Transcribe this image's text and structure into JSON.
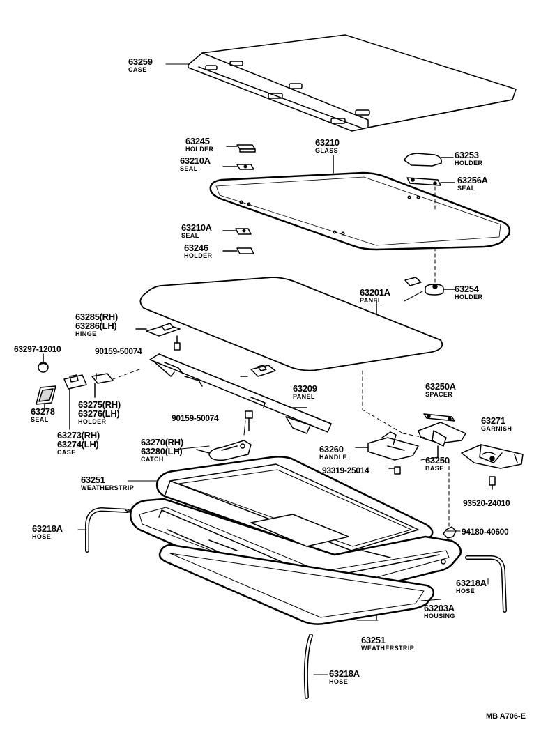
{
  "parts": {
    "case": {
      "num": "63259",
      "name": "CASE"
    },
    "holder_63245": {
      "num": "63245",
      "name": "HOLDER"
    },
    "seal_63210a_top": {
      "num": "63210A",
      "name": "SEAL"
    },
    "glass": {
      "num": "63210",
      "name": "GLASS"
    },
    "holder_63253": {
      "num": "63253",
      "name": "HOLDER"
    },
    "seal_63256a": {
      "num": "63256A",
      "name": "SEAL"
    },
    "seal_63210a_mid": {
      "num": "63210A",
      "name": "SEAL"
    },
    "holder_63246": {
      "num": "63246",
      "name": "HOLDER"
    },
    "panel_63201a": {
      "num": "63201A",
      "name": "PANEL"
    },
    "holder_63254": {
      "num": "63254",
      "name": "HOLDER"
    },
    "hinge": {
      "num_rh": "63285(RH)",
      "num_lh": "63286(LH)",
      "name": "HINGE"
    },
    "bolt_63297": {
      "num": "63297-12010"
    },
    "bolt_90159_top": {
      "num": "90159-50074"
    },
    "seal_63278": {
      "num": "63278",
      "name": "SEAL"
    },
    "holder_63275": {
      "num_rh": "63275(RH)",
      "num_lh": "63276(LH)",
      "name": "HOLDER"
    },
    "case_63273": {
      "num_rh": "63273(RH)",
      "num_lh": "63274(LH)",
      "name": "CASE"
    },
    "panel_63209": {
      "num": "63209",
      "name": "PANEL"
    },
    "bolt_90159_mid": {
      "num": "90159-50074"
    },
    "spacer": {
      "num": "63250A",
      "name": "SPACER"
    },
    "garnish": {
      "num": "63271",
      "name": "GARNISH"
    },
    "catch": {
      "num_rh": "63270(RH)",
      "num_lh": "63280(LH)",
      "name": "CATCH"
    },
    "handle": {
      "num": "63260",
      "name": "HANDLE"
    },
    "base": {
      "num": "63250",
      "name": "BASE"
    },
    "screw_93319": {
      "num": "93319-25014"
    },
    "weatherstrip_top": {
      "num": "63251",
      "name": "WEATHERSTRIP"
    },
    "screw_93520": {
      "num": "93520-24010"
    },
    "hose_left": {
      "num": "63218A",
      "name": "HOSE"
    },
    "nut_94180": {
      "num": "94180-40600"
    },
    "hose_right": {
      "num": "63218A",
      "name": "HOSE"
    },
    "housing": {
      "num": "63203A",
      "name": "HOUSING"
    },
    "weatherstrip_bottom": {
      "num": "63251",
      "name": "WEATHERSTRIP"
    },
    "hose_bottom": {
      "num": "63218A",
      "name": "HOSE"
    }
  },
  "drawing_code": "MB A706-E"
}
